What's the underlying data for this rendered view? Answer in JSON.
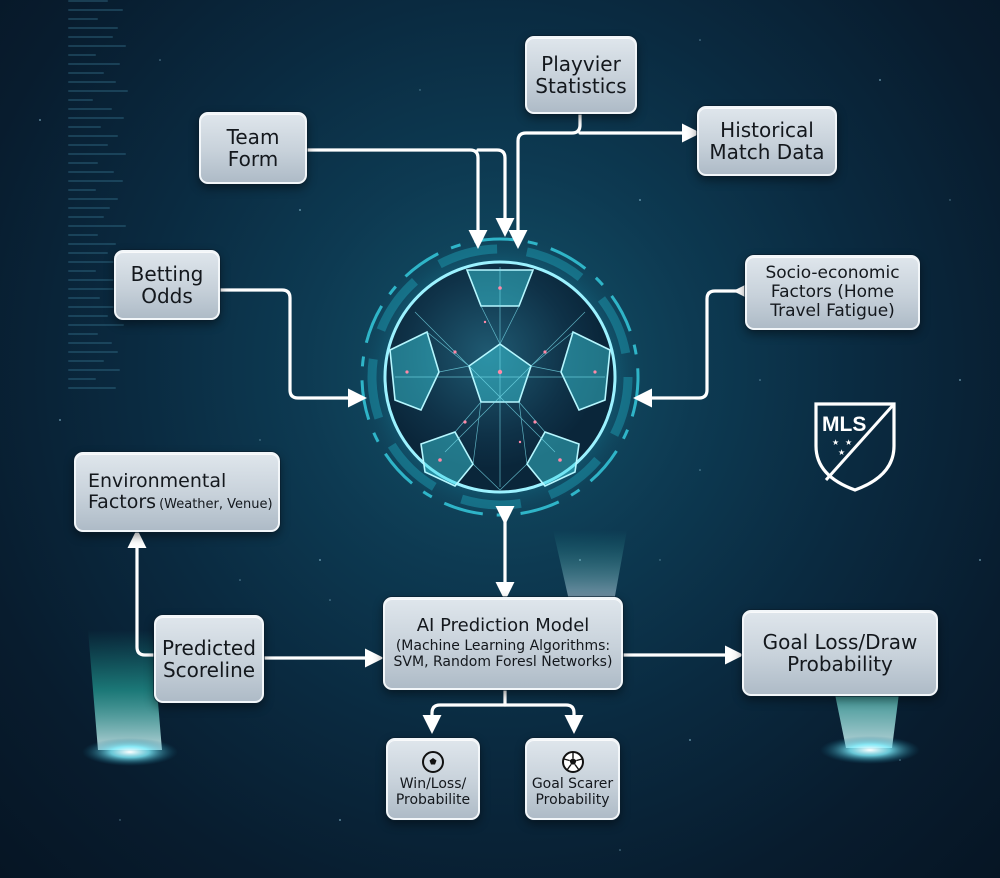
{
  "diagram": {
    "theme_colors": {
      "background": "#0a2a40",
      "accent": "#3fd7e6",
      "node_fill": "#c7d1da",
      "text": "#14181d",
      "arrow": "#ffffff"
    },
    "center": {
      "icon": "soccer-ball-network-icon",
      "label": ""
    },
    "logo": {
      "text": "MLS",
      "icon": "mls-shield-logo"
    },
    "nodes": {
      "player_stats": {
        "line1": "Playvier",
        "line2": "Statistics"
      },
      "team_form": {
        "line1": "Team",
        "line2": "Form"
      },
      "historical": {
        "line1": "Historical",
        "line2": "Match Data"
      },
      "betting": {
        "line1": "Betting",
        "line2": "Odds"
      },
      "socio": {
        "line1": "Socio-economic",
        "line2": "Factors (Home",
        "line3": "Travel Fatigue)"
      },
      "environmental": {
        "line1": "Environmental",
        "line2a": "Factors",
        "line2b": "(Weather, Venue)"
      },
      "predicted": {
        "line1": "Predicted",
        "line2": "Scoreline"
      },
      "ai_model": {
        "line1": "AI Prediction Model",
        "line2": "(Machine Learning Algorithms:",
        "line3": "SVM, Random Foresl Networks)"
      },
      "goal_loss": {
        "line1": "Goal Loss/Draw",
        "line2": "Probability"
      },
      "win_loss": {
        "icon": "soccer-ball-icon",
        "line1": "Win/Loss/",
        "line2": "Probabilite"
      },
      "goal_scorer": {
        "icon": "soccer-ball-icon",
        "line1": "Goal Scarer",
        "line2": "Probability"
      }
    },
    "edges": [
      {
        "from": "Team Form",
        "to": "Soccer Ball"
      },
      {
        "from": "Playvier Statistics",
        "to": "Soccer Ball"
      },
      {
        "from": "Playvier Statistics",
        "to": "Historical Match Data"
      },
      {
        "from": "Betting Odds",
        "to": "Soccer Ball"
      },
      {
        "from": "Socio-economic Factors",
        "to": "Soccer Ball",
        "bidirectional": true
      },
      {
        "from": "Soccer Ball",
        "to": "AI Prediction Model",
        "bidirectional": true
      },
      {
        "from": "Predicted Scoreline",
        "to": "Environmental Factors"
      },
      {
        "from": "Predicted Scoreline",
        "to": "AI Prediction Model"
      },
      {
        "from": "AI Prediction Model",
        "to": "Goal Loss/Draw Probability"
      },
      {
        "from": "AI Prediction Model",
        "to": "Win/Loss/Probabilite"
      },
      {
        "from": "AI Prediction Model",
        "to": "Goal Scarer Probability"
      }
    ]
  }
}
